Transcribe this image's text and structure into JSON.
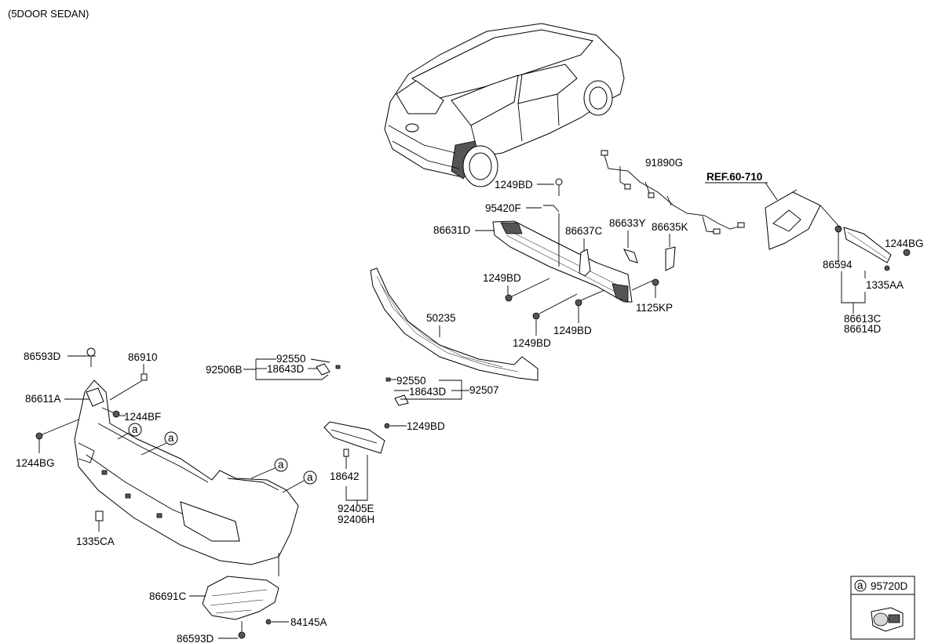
{
  "header": {
    "variant": "(5DOOR SEDAN)"
  },
  "reference": {
    "label": "REF.60-710"
  },
  "parts": {
    "p91890G": "91890G",
    "p1249BD_top": "1249BD",
    "p95420F": "95420F",
    "p86631D": "86631D",
    "p86637C": "86637C",
    "p86633Y": "86633Y",
    "p86635K": "86635K",
    "p1249BD_left": "1249BD",
    "p1125KP": "1125KP",
    "p1249BD_mid": "1249BD",
    "p1249BD_low": "1249BD",
    "p50235": "50235",
    "p1244BG_right": "1244BG",
    "p86594": "86594",
    "p1335AA": "1335AA",
    "p86613C": "86613C",
    "p86614D": "86614D",
    "p86593D_top": "86593D",
    "p86910": "86910",
    "p92550_left": "92550",
    "p92506B": "92506B",
    "p18643D_left": "18643D",
    "p86611A": "86611A",
    "p1244BF": "1244BF",
    "p1244BG_left": "1244BG",
    "p92550_mid": "92550",
    "p18643D_mid": "18643D",
    "p92507": "92507",
    "p1249BD_refl": "1249BD",
    "p18642": "18642",
    "p92405E": "92405E",
    "p92406H": "92406H",
    "p1335CA": "1335CA",
    "p86691C": "86691C",
    "p84145A": "84145A",
    "p86593D_bot": "86593D"
  },
  "callouts": {
    "letter": "a"
  },
  "inset": {
    "letter": "a",
    "part": "95720D"
  }
}
